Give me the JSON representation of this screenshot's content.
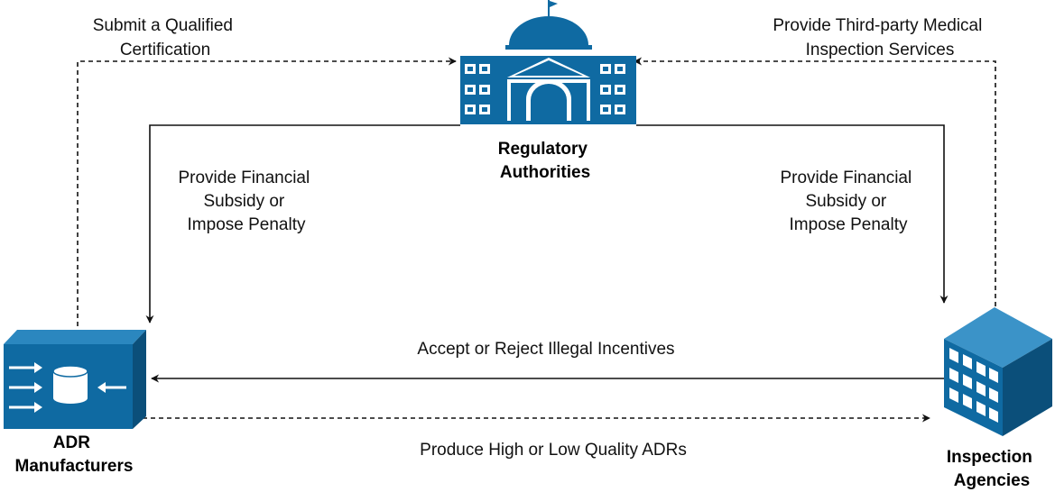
{
  "colors": {
    "icon_blue": "#0f6aa2",
    "icon_dark": "#0b4f7a",
    "line": "#111111"
  },
  "nodes": {
    "regulator": {
      "icon": "government-building-icon",
      "label_lines": [
        "Regulatory",
        "Authorities"
      ]
    },
    "manufacturer": {
      "icon": "database-server-icon",
      "label_lines": [
        "ADR",
        "Manufacturers"
      ]
    },
    "inspector": {
      "icon": "office-building-icon",
      "label_lines": [
        "Inspection",
        "Agencies"
      ]
    }
  },
  "edges": {
    "submit_certification": {
      "style": "dashed",
      "label_lines": [
        "Submit a Qualified",
        "Certification"
      ]
    },
    "provide_services": {
      "style": "dashed",
      "label_lines": [
        "Provide Third-party Medical",
        "Inspection Services"
      ]
    },
    "subsidy_left": {
      "style": "solid",
      "label_lines": [
        "Provide Financial",
        "Subsidy or",
        "Impose Penalty"
      ]
    },
    "subsidy_right": {
      "style": "solid",
      "label_lines": [
        "Provide Financial",
        "Subsidy or",
        "Impose Penalty"
      ]
    },
    "incentives": {
      "style": "solid",
      "label_lines": [
        "Accept or Reject Illegal Incentives"
      ]
    },
    "produce": {
      "style": "dashed",
      "label_lines": [
        "Produce High  or Low Quality ADRs"
      ]
    }
  }
}
